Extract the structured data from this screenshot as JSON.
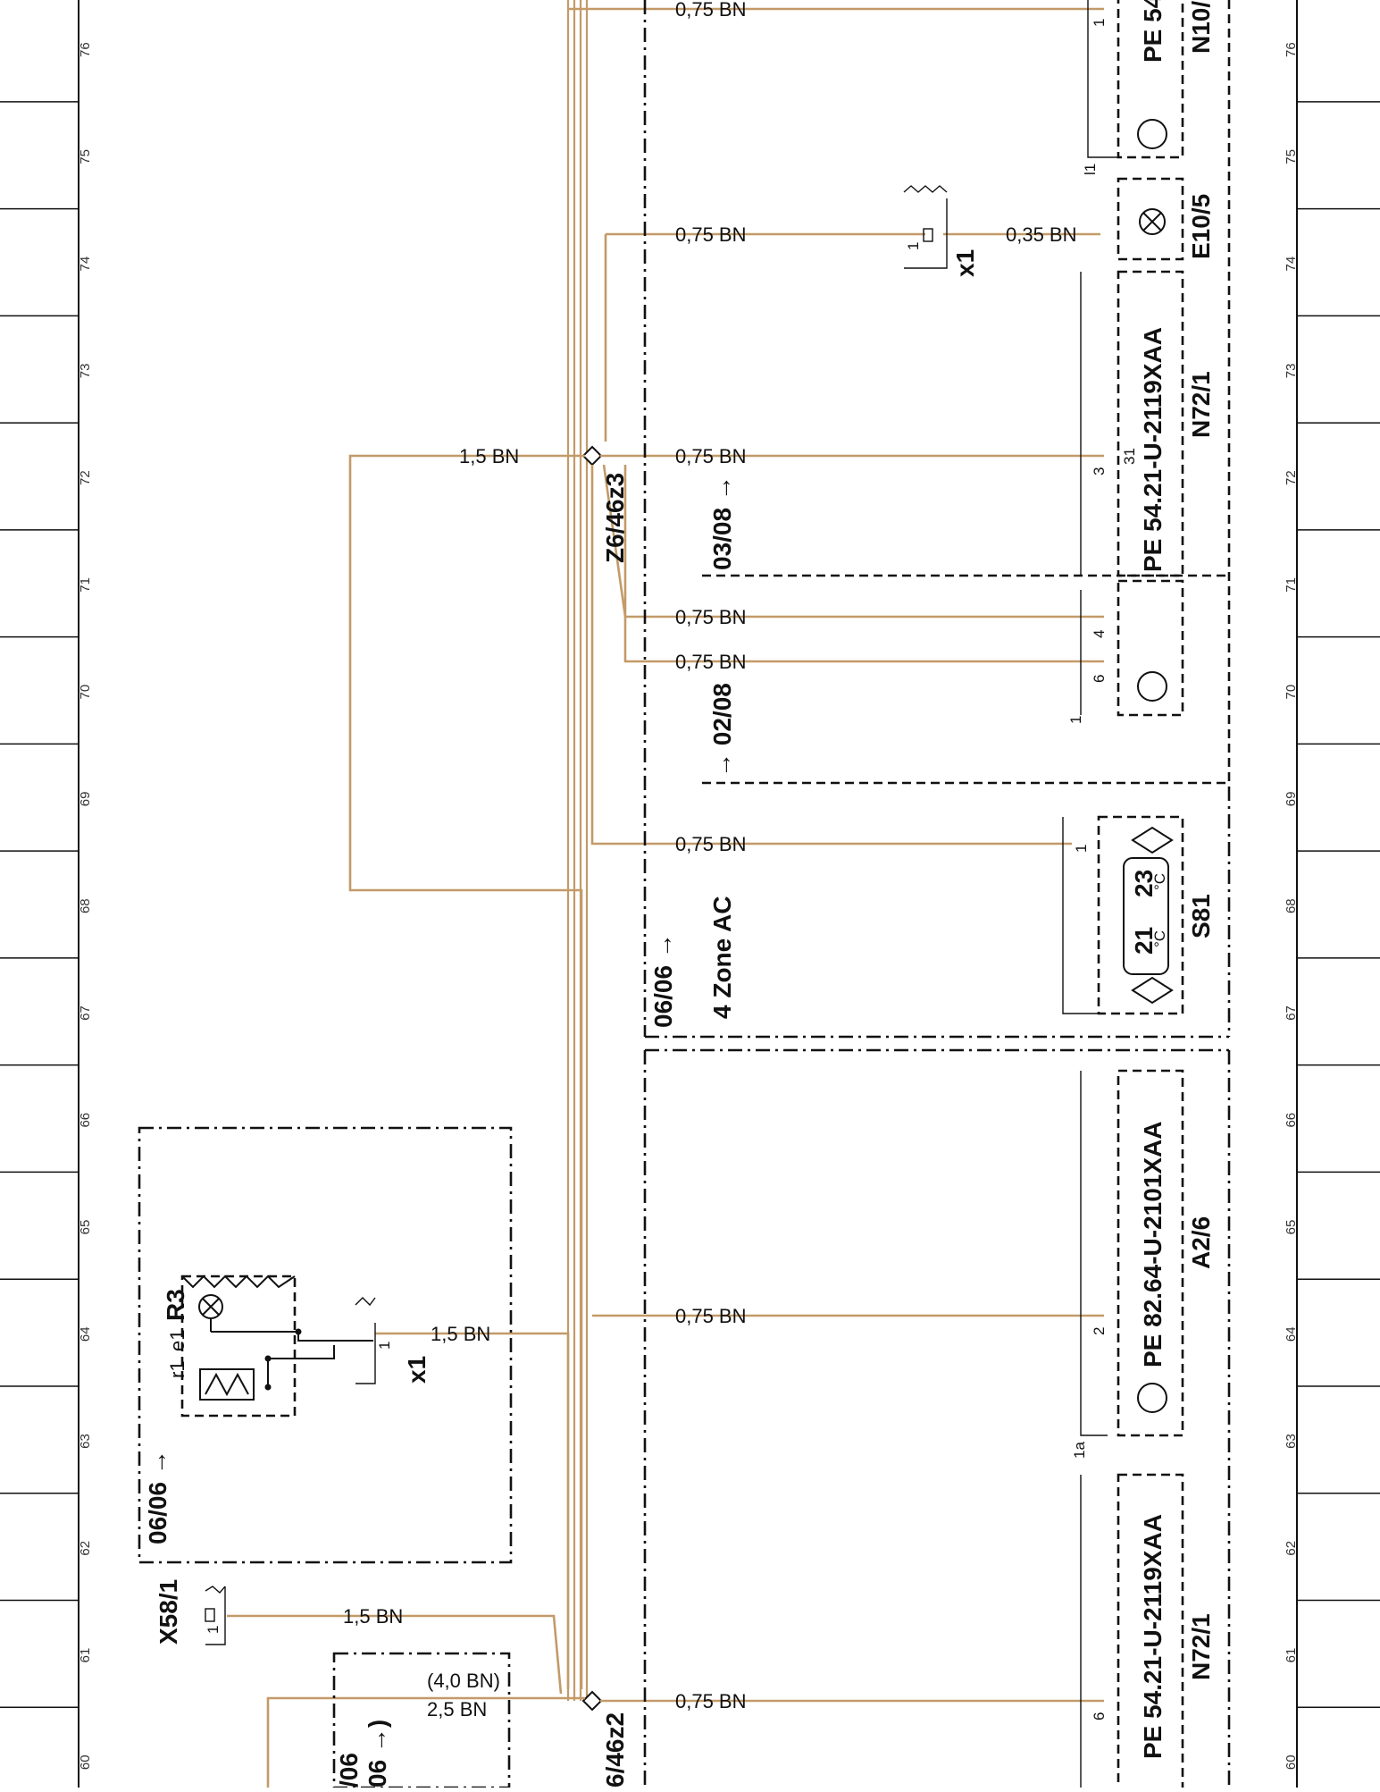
{
  "grid": {
    "columns": [
      "60",
      "61",
      "62",
      "63",
      "64",
      "65",
      "66",
      "67",
      "68",
      "69",
      "70",
      "71",
      "72",
      "73",
      "74",
      "75",
      "76"
    ]
  },
  "wire_labels": {
    "bn_075": "0,75 BN",
    "bn_15": "1,5 BN",
    "bn_035": "0,35 BN",
    "bn_25": "2,5 BN",
    "bn_40": "(4,0 BN)"
  },
  "components": {
    "z6_46z3": "Z6/46z3",
    "z6_46z2": "6/46z2",
    "x58_1": "X58/1",
    "r3": "R3",
    "r3_r1": "r1",
    "r3_e1": "e1",
    "x1": "x1",
    "s81": "S81",
    "s81_left_temp": "21",
    "s81_right_temp": "23",
    "s81_unit": "°C",
    "a2_6": "A2/6",
    "a2_6_code": "PE 82.64-U-2101XAA",
    "n72_1": "N72/1",
    "n72_1_code": "PE 54.21-U-2119XAA",
    "e10_5": "E10/5",
    "n10": "N10/",
    "n10_code": "PE 54"
  },
  "pins": {
    "p31": "31",
    "p1": "1",
    "p1a": "1a",
    "p2": "2",
    "p3": "3",
    "p4": "4",
    "p6": "6",
    "pl1": "l1"
  },
  "notes": {
    "date_0606": "06/06 →",
    "date_0308": "03/08 →",
    "date_0208": "→ 02/08",
    "zone_ac": "4 Zone AC",
    "date_0606_r3": "06/06 →",
    "partial_06": "/06",
    "partial_06b": "06 →)"
  }
}
